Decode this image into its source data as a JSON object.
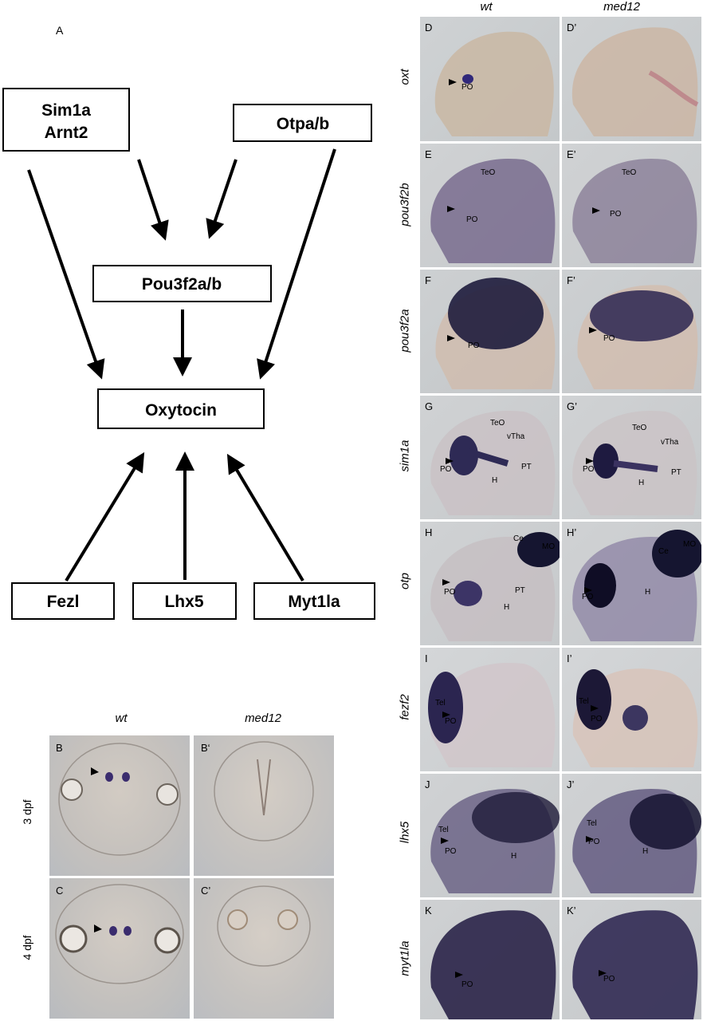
{
  "panel_a": {
    "letter": "A",
    "nodes": {
      "sim1a": [
        "Sim1a",
        "Arnt2"
      ],
      "otp": "Otpa/b",
      "pou3f2": "Pou3f2a/b",
      "oxytocin": "Oxytocin",
      "fezl": "Fezl",
      "lhx5": "Lhx5",
      "myt1la": "Myt1la"
    }
  },
  "panel_bc": {
    "col_wt": "wt",
    "col_med12": "med12",
    "rows": [
      {
        "stage": "3 dpf",
        "left": "B",
        "right": "B‘"
      },
      {
        "stage": "4 dpf",
        "left": "C",
        "right": "C’"
      }
    ]
  },
  "panel_dk": {
    "col_wt": "wt",
    "col_med12": "med12",
    "rows": [
      {
        "gene": "oxt",
        "left": "D",
        "right": "D’",
        "left_labels": [
          "PO"
        ],
        "right_labels": []
      },
      {
        "gene": "pou3f2b",
        "left": "E",
        "right": "E’",
        "left_labels": [
          "TeO",
          "PO"
        ],
        "right_labels": [
          "TeO",
          "PO"
        ]
      },
      {
        "gene": "pou3f2a",
        "left": "F",
        "right": "F’",
        "left_labels": [
          "PO"
        ],
        "right_labels": [
          "PO"
        ]
      },
      {
        "gene": "sim1a",
        "left": "G",
        "right": "G’",
        "left_labels": [
          "TeO",
          "vTha",
          "PO",
          "PT",
          "H"
        ],
        "right_labels": [
          "TeO",
          "vTha",
          "PO",
          "PT",
          "H"
        ]
      },
      {
        "gene": "otp",
        "left": "H",
        "right": "H’",
        "left_labels": [
          "Ce",
          "MO",
          "PO",
          "PT",
          "H"
        ],
        "right_labels": [
          "Ce",
          "MO",
          "PO",
          "H"
        ]
      },
      {
        "gene": "fezf2",
        "left": "I",
        "right": "I’",
        "left_labels": [
          "Tel",
          "PO"
        ],
        "right_labels": [
          "Tel",
          "PO"
        ]
      },
      {
        "gene": "lhx5",
        "left": "J",
        "right": "J’",
        "left_labels": [
          "Tel",
          "PO",
          "H"
        ],
        "right_labels": [
          "Tel",
          "PO",
          "H"
        ]
      },
      {
        "gene": "myt1la",
        "left": "K",
        "right": "K’",
        "left_labels": [
          "PO"
        ],
        "right_labels": [
          "PO"
        ]
      }
    ]
  }
}
